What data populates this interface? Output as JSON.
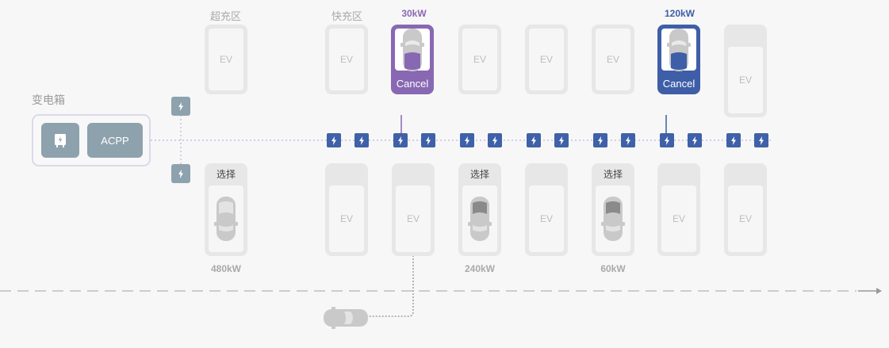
{
  "zones": {
    "super_charge": "超充区",
    "fast_charge": "快充区"
  },
  "transformer": {
    "label": "变电箱",
    "acpp_label": "ACPP",
    "box_icon": "power-box-icon"
  },
  "top_slots": [
    {
      "power": "",
      "state": "empty",
      "text": "EV"
    },
    {
      "power": "",
      "state": "empty",
      "text": "EV"
    },
    {
      "power": "30kW",
      "state": "active",
      "text": "Cancel",
      "color": "#8868b2"
    },
    {
      "power": "",
      "state": "empty",
      "text": "EV"
    },
    {
      "power": "",
      "state": "empty",
      "text": "EV"
    },
    {
      "power": "",
      "state": "empty",
      "text": "EV"
    },
    {
      "power": "120kW",
      "state": "active",
      "text": "Cancel",
      "color": "#3f5ea8"
    },
    {
      "power": "",
      "state": "empty",
      "text": "EV"
    }
  ],
  "bottom_slots": [
    {
      "power": "480kW",
      "state": "select",
      "text": "选择"
    },
    {
      "power": "",
      "state": "empty",
      "text": "EV"
    },
    {
      "power": "",
      "state": "empty",
      "text": "EV"
    },
    {
      "power": "240kW",
      "state": "select",
      "text": "选择"
    },
    {
      "power": "",
      "state": "empty",
      "text": "EV"
    },
    {
      "power": "60kW",
      "state": "select",
      "text": "选择"
    },
    {
      "power": "",
      "state": "empty",
      "text": "EV"
    },
    {
      "power": "",
      "state": "empty",
      "text": "EV"
    }
  ],
  "colors": {
    "purple": "#8868b2",
    "blue": "#3f5ea8",
    "slot_bg": "#e7e7e7",
    "charger": "#3f61a8",
    "grey_charger": "#8ea2ad"
  },
  "icons": {
    "bolt": "lightning-icon",
    "car": "car-icon"
  }
}
